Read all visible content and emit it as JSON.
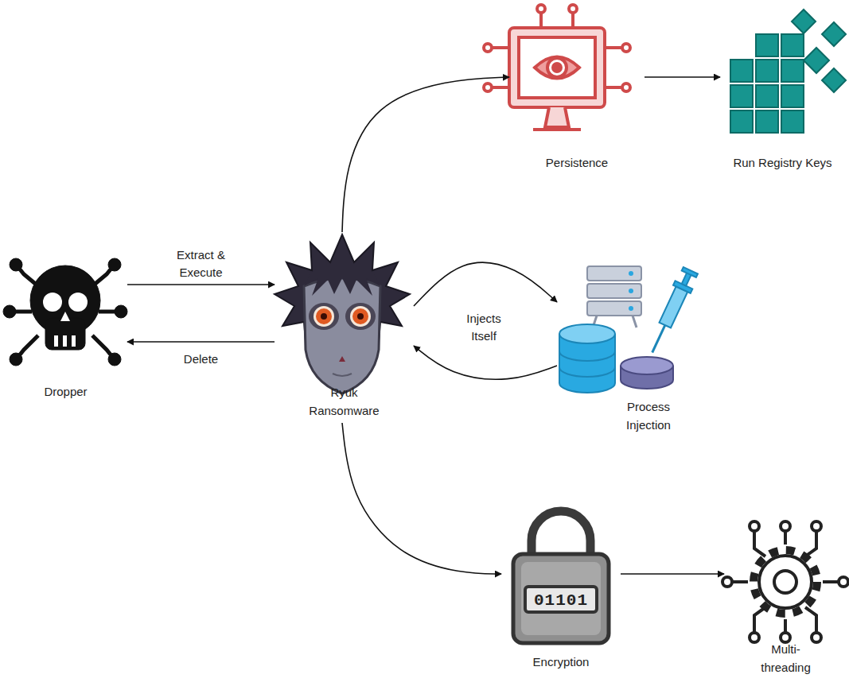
{
  "diagram": {
    "nodes": [
      {
        "text": [
          "Dropper"
        ]
      },
      {
        "text": [
          "Ryuk Ransomware"
        ]
      },
      {
        "text": [
          "Persistence"
        ]
      },
      {
        "text": [
          "Run Registry Keys"
        ]
      },
      {
        "text": [
          "Process Injection"
        ]
      },
      {
        "text": [
          "Encryption"
        ]
      },
      {
        "text": [
          "Multi-threading"
        ]
      }
    ],
    "edges": [
      {
        "from": 0,
        "to": 1,
        "label": "Extract & Execute",
        "arrow": "to"
      },
      {
        "from": 1,
        "to": 0,
        "label": "Delete",
        "arrow": "to"
      },
      {
        "from": 1,
        "to": 2,
        "arrow": "to"
      },
      {
        "from": 2,
        "to": 3,
        "arrow": "to"
      },
      {
        "from": 1,
        "to": 4,
        "label": "Injects Itself",
        "arrow": "to"
      },
      {
        "from": 4,
        "to": 1,
        "arrow": "to"
      },
      {
        "from": 1,
        "to": 5,
        "arrow": "to"
      },
      {
        "from": 5,
        "to": 6,
        "arrow": "to"
      }
    ],
    "labels": [
      "01101"
    ]
  }
}
